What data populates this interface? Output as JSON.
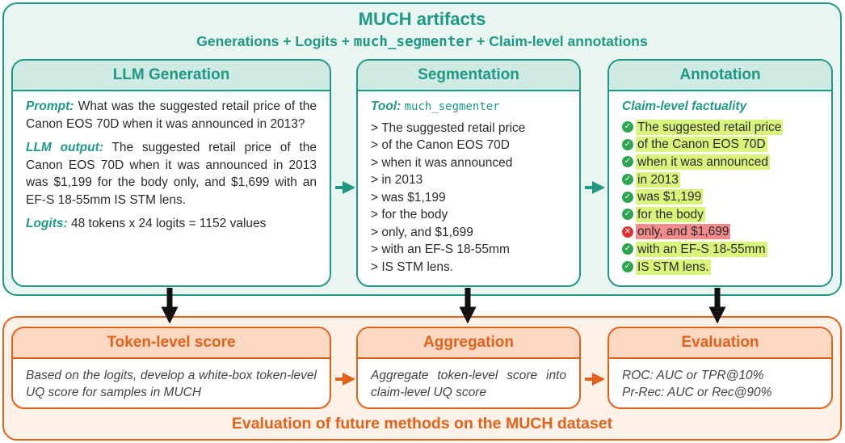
{
  "artifacts": {
    "title": "MUCH artifacts",
    "subtitle_parts": [
      "Generations + Logits + ",
      "much_segmenter",
      " + Claim-level annotations"
    ]
  },
  "llm_generation": {
    "title": "LLM Generation",
    "prompt_label": "Prompt:",
    "prompt_text": " What was the suggested retail price of the Canon EOS 70D when it was announced in 2013?",
    "output_label": "LLM output:",
    "output_text": " The suggested retail price of the Canon EOS 70D when it was announced in 2013 was $1,199 for the body only, and $1,699 with an EF-S 18-55mm IS STM lens.",
    "logits_label": "Logits:",
    "logits_text": " 48 tokens x 24 logits = 1152 values"
  },
  "segmentation": {
    "title": "Segmentation",
    "tool_label": "Tool:",
    "tool_name": "much_segmenter",
    "segments": [
      "> The suggested retail price",
      "> of the Canon EOS 70D",
      "> when it was announced",
      "> in 2013",
      "> was $1,199",
      "> for the body",
      "> only, and $1,699",
      "> with an EF-S 18-55mm",
      "> IS STM lens."
    ]
  },
  "annotation": {
    "title": "Annotation",
    "label": "Claim-level factuality",
    "claims": [
      {
        "text": "The suggested retail price",
        "correct": true
      },
      {
        "text": "of the Canon EOS 70D",
        "correct": true
      },
      {
        "text": "when it was announced",
        "correct": true
      },
      {
        "text": "in 2013",
        "correct": true
      },
      {
        "text": "was $1,199",
        "correct": true
      },
      {
        "text": "for the body",
        "correct": true
      },
      {
        "text": "only, and $1,699",
        "correct": false
      },
      {
        "text": "with an EF-S 18-55mm",
        "correct": true
      },
      {
        "text": "IS STM lens.",
        "correct": true
      }
    ]
  },
  "token_score": {
    "title": "Token-level score",
    "text": "Based on the logits, develop a white-box token-level UQ score for samples in MUCH"
  },
  "aggregation": {
    "title": "Aggregation",
    "text": "Aggregate token-level score into claim-level UQ score"
  },
  "evaluation": {
    "title": "Evaluation",
    "line1": "ROC: AUC or TPR@10%",
    "line2": "Pr-Rec: AUC or Rec@90%"
  },
  "evaluation_panel": {
    "title": "Evaluation of future methods on the MUCH dataset"
  },
  "colors": {
    "teal": "#1f9985",
    "orange": "#e2621b",
    "correct_highlight": "#d8f47a",
    "wrong_highlight": "#f28b8b"
  }
}
